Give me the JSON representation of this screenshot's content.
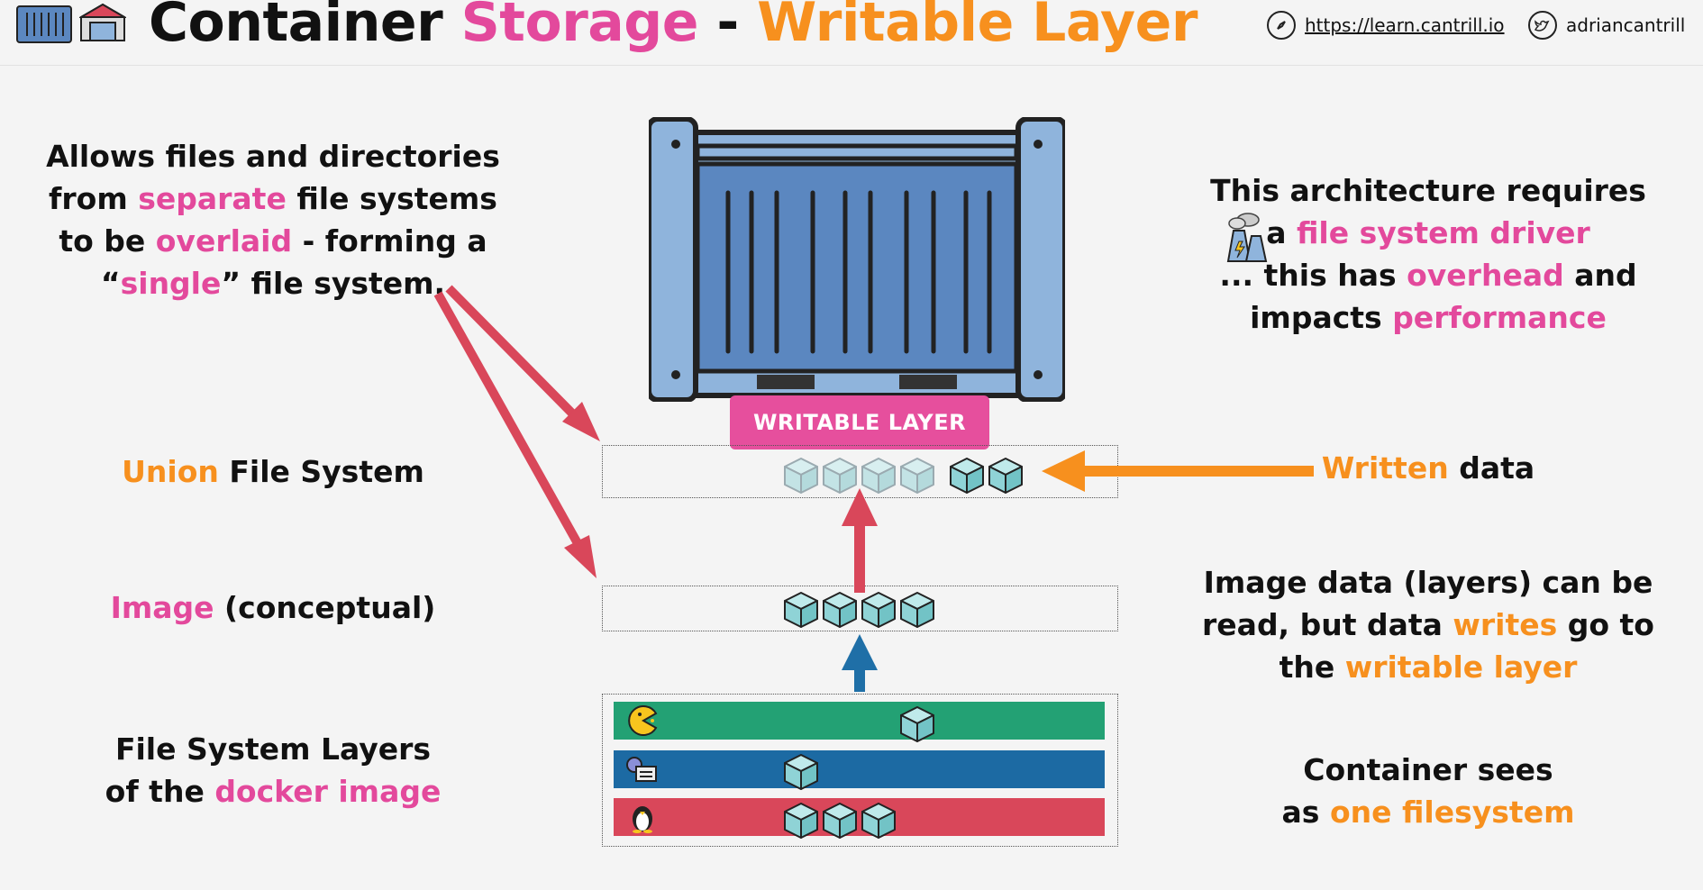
{
  "header": {
    "title_part1": "Container",
    "title_part2": "Storage",
    "title_sep": "-",
    "title_part3": "Writable Layer",
    "link_url": "https://learn.cantrill.io",
    "twitter_handle": "adriancantrill"
  },
  "left": {
    "overlay_desc": {
      "l1": "Allows files and directories",
      "l2a": "from ",
      "l2b": "separate",
      "l2c": " file systems",
      "l3a": "to be ",
      "l3b": "overlaid",
      "l3c": " - forming a",
      "l4a": "“",
      "l4b": "single",
      "l4c": "” file system."
    },
    "union_a": "Union",
    "union_b": " File System",
    "image_a": "Image",
    "image_b": " (conceptual)",
    "fs_l1": "File System Layers",
    "fs_l2a": "of the ",
    "fs_l2b": "docker image"
  },
  "center": {
    "writable_layer_label": "WRITABLE LAYER"
  },
  "right": {
    "arch_l1": "This architecture requires",
    "arch_l2a": "a ",
    "arch_l2b": "file system driver",
    "arch_l3a": "... this has ",
    "arch_l3b": "overhead",
    "arch_l3c": " and",
    "arch_l4a": "impacts ",
    "arch_l4b": "performance",
    "written_a": "Written",
    "written_b": " data",
    "imgdata_l1": "Image data (layers) can be",
    "imgdata_l2a": "read, but data ",
    "imgdata_l2b": "writes",
    "imgdata_l2c": " go to",
    "imgdata_l3a": "the ",
    "imgdata_l3b": "writable layer",
    "sees_l1": "Container sees",
    "sees_l2a": "as ",
    "sees_l2b": "one filesystem"
  },
  "colors": {
    "pink": "#e3499c",
    "orange": "#f7901e",
    "red_arrow": "#d9475a",
    "blue_arrow": "#1f6fa7",
    "layer_green": "#23a174",
    "layer_blue": "#1c6aa3",
    "layer_red": "#d9475a"
  },
  "icons": [
    "container-icon",
    "warehouse-icon",
    "compass-icon",
    "twitter-icon",
    "power-plant-icon",
    "pacman-icon",
    "config-icon",
    "linux-penguin-icon",
    "cube-icon"
  ]
}
